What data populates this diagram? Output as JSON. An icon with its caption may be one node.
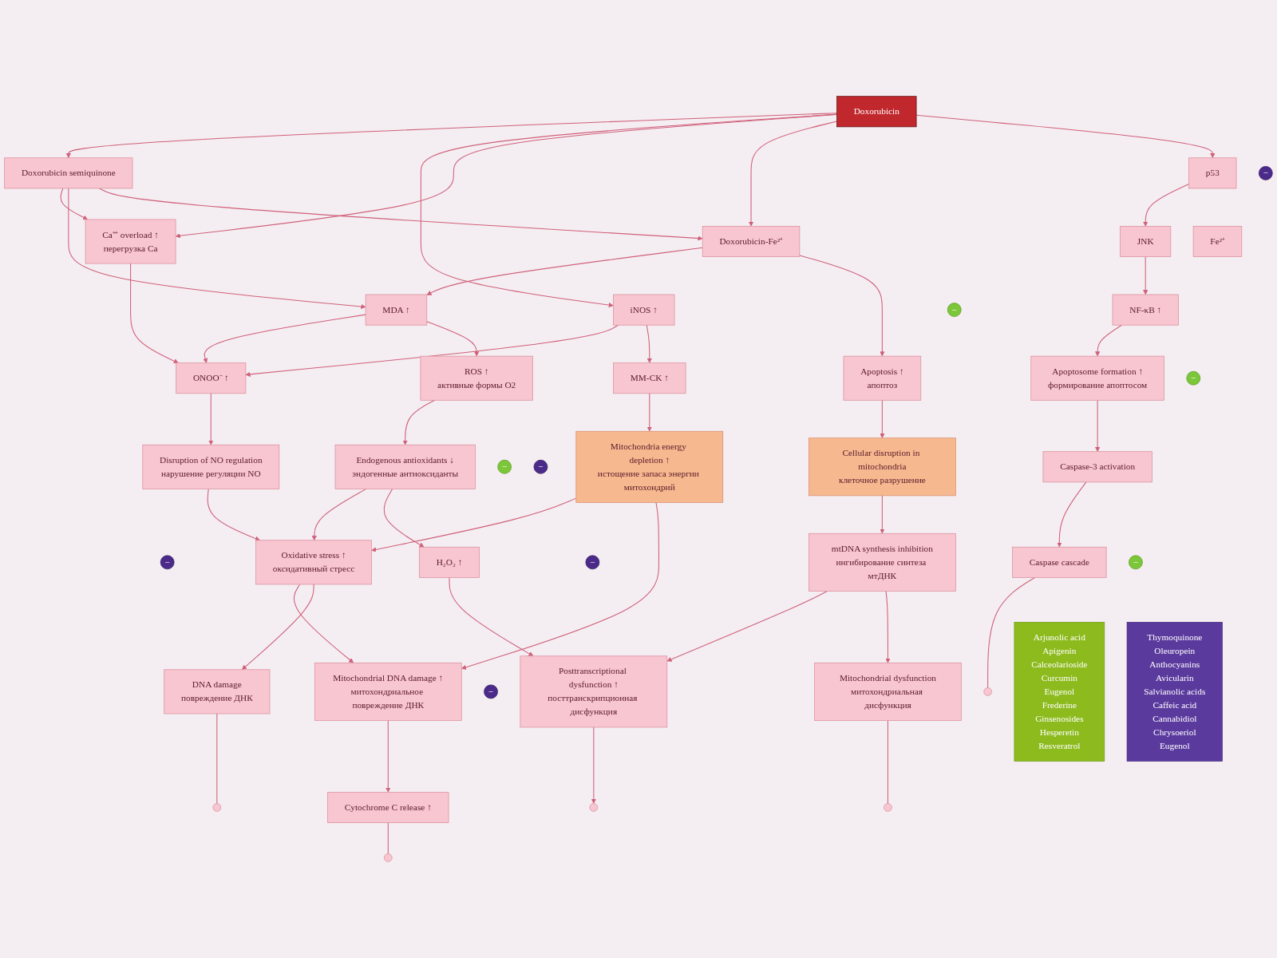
{
  "diagram": {
    "nodes": [
      {
        "text": [
          "Doxorubicin"
        ]
      },
      {
        "text": [
          "Doxorubicin semiquinone"
        ]
      },
      {
        "text": [
          "Fe²⁺"
        ]
      },
      {
        "text": [
          "Ca⁺⁺ overload ↑",
          "перегрузка Ca"
        ]
      },
      {
        "text": [
          "Doxorubicin-Fe²⁺"
        ]
      },
      {
        "text": [
          "p53"
        ]
      },
      {
        "text": [
          "iNOS ↑"
        ]
      },
      {
        "text": [
          "MDA ↑"
        ]
      },
      {
        "text": [
          "ONOO⁻ ↑"
        ]
      },
      {
        "text": [
          "Apoptosis ↑",
          "апоптоз"
        ]
      },
      {
        "text": [
          "JNK"
        ]
      },
      {
        "text": [
          "MM-CK ↑"
        ]
      },
      {
        "text": [
          "ROS ↑",
          "активные формы O2"
        ]
      },
      {
        "text": [
          "NF-κB ↑"
        ]
      },
      {
        "text": [
          "Disruption of NO regulation",
          "нарушение регуляции NO"
        ]
      },
      {
        "text": [
          "Endogenous antioxidants ↓",
          "эндогенные антиоксиданты"
        ]
      },
      {
        "text": [
          "Cellular disruption in mitochondria",
          "клеточное разрушение"
        ]
      },
      {
        "text": [
          "Apoptosome formation ↑",
          "формирование апоптосом"
        ]
      },
      {
        "text": [
          "Mitochondria energy depletion ↑",
          "истощение запаса энергии митохондрий"
        ]
      },
      {
        "text": [
          "Oxidative stress ↑",
          "оксидативный стресс"
        ]
      },
      {
        "text": [
          "H₂O₂ ↑"
        ]
      },
      {
        "text": [
          "mtDNA synthesis inhibition",
          "ингибирование синтеза мтДНК"
        ]
      },
      {
        "text": [
          "Mitochondrial DNA damage ↑",
          "митохондриальное повреждение ДНК"
        ]
      },
      {
        "text": [
          "Caspase-3 activation"
        ]
      },
      {
        "text": [
          "Cytochrome C release ↑"
        ]
      },
      {
        "text": [
          "DNA damage",
          "повреждение ДНК"
        ]
      },
      {
        "text": [
          "Posttranscriptional dysfunction ↑",
          "посттранскрипционная дисфункция"
        ]
      },
      {
        "text": [
          "Mitochondrial dysfunction",
          "митохондриальная дисфункция"
        ]
      },
      {
        "text": [
          "Caspase cascade"
        ]
      },
      {
        "text": [
          "Arjunolic acid",
          "Apigenin",
          "Calceolarioside",
          "Curcumin",
          "Eugenol",
          "Frederine",
          "Ginsenosides",
          "Hesperetin",
          "Resveratrol"
        ]
      },
      {
        "text": [
          "Thymoquinone",
          "Oleuropein",
          "Anthocyanins",
          "Avicularin",
          "Salvianolic acids",
          "Caffeic acid",
          "Cannabidiol",
          "Chrysoeriol",
          "Eugenol"
        ]
      },
      {
        "text": [
          "−"
        ]
      },
      {
        "text": [
          "−"
        ]
      },
      {
        "text": [
          "−"
        ]
      },
      {
        "text": [
          "−"
        ]
      },
      {
        "text": [
          "−"
        ]
      },
      {
        "text": [
          "−"
        ]
      },
      {
        "text": [
          "−"
        ]
      },
      {
        "text": [
          "−"
        ]
      },
      {
        "text": [
          "−"
        ]
      }
    ],
    "edges": [
      {
        "from": 0,
        "to": 1,
        "arrow": "to"
      },
      {
        "from": 0,
        "to": 6,
        "arrow": "to"
      },
      {
        "from": 0,
        "to": 3,
        "arrow": "to"
      },
      {
        "from": 0,
        "to": 4,
        "arrow": "to"
      },
      {
        "from": 0,
        "to": 5,
        "arrow": "to"
      },
      {
        "from": 1,
        "to": 3,
        "arrow": "to"
      },
      {
        "from": 1,
        "to": 7,
        "arrow": "to"
      },
      {
        "from": 1,
        "to": 4,
        "arrow": "to"
      },
      {
        "from": 4,
        "to": 7,
        "arrow": "to"
      },
      {
        "from": 3,
        "to": 8,
        "arrow": "to"
      },
      {
        "from": 6,
        "to": 8,
        "arrow": "to"
      },
      {
        "from": 6,
        "to": 11,
        "arrow": "to"
      },
      {
        "from": 7,
        "to": 8,
        "arrow": "to"
      },
      {
        "from": 7,
        "to": 12,
        "arrow": "to"
      },
      {
        "from": 4,
        "to": 9,
        "arrow": "to"
      },
      {
        "from": 5,
        "to": 10,
        "arrow": "to"
      },
      {
        "from": 10,
        "to": 13,
        "arrow": "to"
      },
      {
        "from": 13,
        "to": 17,
        "arrow": "to"
      },
      {
        "from": 8,
        "to": 14,
        "arrow": "to"
      },
      {
        "from": 12,
        "to": 15,
        "arrow": "to"
      },
      {
        "from": 9,
        "to": 16,
        "arrow": "to"
      },
      {
        "from": 11,
        "to": 18,
        "arrow": "to"
      },
      {
        "from": 14,
        "to": 19,
        "arrow": "to"
      },
      {
        "from": 15,
        "to": 19,
        "arrow": "to"
      },
      {
        "from": 15,
        "to": 20,
        "arrow": "to"
      },
      {
        "from": 18,
        "to": 19,
        "arrow": "to"
      },
      {
        "from": 18,
        "to": 22,
        "arrow": "to"
      },
      {
        "from": 19,
        "to": 22,
        "arrow": "to"
      },
      {
        "from": 19,
        "to": 25,
        "arrow": "to"
      },
      {
        "from": 20,
        "to": 26,
        "arrow": "to"
      },
      {
        "from": 16,
        "to": 21,
        "arrow": "to"
      },
      {
        "from": 21,
        "to": 26,
        "arrow": "to"
      },
      {
        "from": 21,
        "to": 27,
        "arrow": "to"
      },
      {
        "from": 17,
        "to": 23,
        "arrow": "to"
      },
      {
        "from": 23,
        "to": 28,
        "arrow": "to"
      },
      {
        "from": 22,
        "to": 24,
        "arrow": "to"
      },
      {
        "from": 24,
        "to": null,
        "arrow": "none"
      },
      {
        "from": 25,
        "to": null,
        "arrow": "none"
      },
      {
        "from": 26,
        "to": null,
        "arrow": "to"
      },
      {
        "from": 27,
        "to": null,
        "arrow": "none"
      },
      {
        "from": 28,
        "to": null,
        "arrow": "none"
      }
    ]
  }
}
